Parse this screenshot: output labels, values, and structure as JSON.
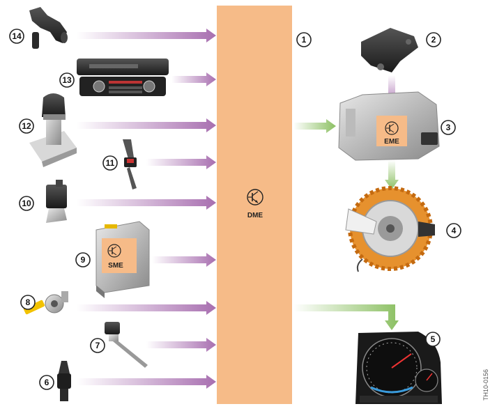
{
  "labels": {
    "dme": "DME",
    "eme": "EME",
    "sme": "SME",
    "figure_code": "TH10-0156"
  },
  "callouts": [
    "1",
    "2",
    "3",
    "4",
    "5",
    "6",
    "7",
    "8",
    "9",
    "10",
    "11",
    "12",
    "13",
    "14"
  ],
  "colors": {
    "dme_block": "#f6bb88",
    "input_arrow": "#a86fb0",
    "output_arrow": "#8cc063",
    "chip_background": "#f6bb88"
  },
  "components": [
    {
      "id": 14,
      "icon": "sensor-icon"
    },
    {
      "id": 13,
      "icon": "climate-control-panel-icon"
    },
    {
      "id": 12,
      "icon": "gear-selector-icon"
    },
    {
      "id": 11,
      "icon": "seat-belt-buckle-icon"
    },
    {
      "id": 10,
      "icon": "switch-sensor-icon"
    },
    {
      "id": 9,
      "icon": "sme-module-icon"
    },
    {
      "id": 8,
      "icon": "ignition-key-icon"
    },
    {
      "id": 7,
      "icon": "temperature-sensor-icon"
    },
    {
      "id": 6,
      "icon": "connector-sensor-icon"
    },
    {
      "id": 2,
      "icon": "control-unit-icon"
    },
    {
      "id": 3,
      "icon": "eme-module-icon"
    },
    {
      "id": 4,
      "icon": "electric-motor-icon"
    },
    {
      "id": 5,
      "icon": "instrument-cluster-icon"
    }
  ]
}
